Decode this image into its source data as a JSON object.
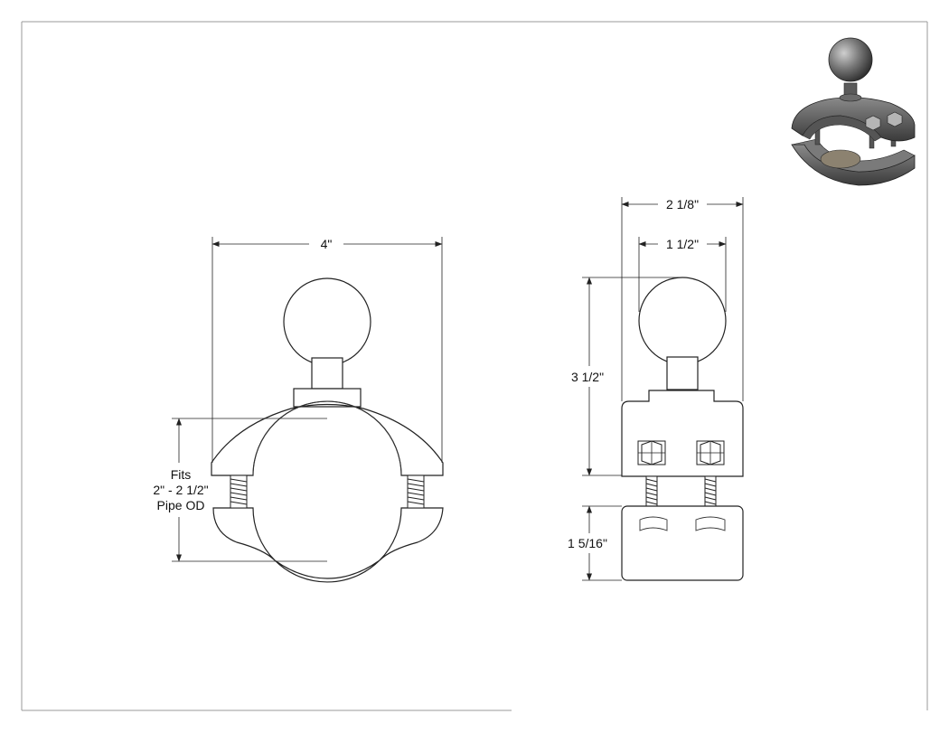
{
  "dimensions": {
    "front_width": "4\"",
    "fits_line1": "Fits",
    "fits_line2": "2\" - 2 1/2\"",
    "fits_line3": "Pipe OD",
    "side_width": "2 1/8\"",
    "ball_width": "1 1/2\"",
    "total_height": "3 1/2\"",
    "clamp_height": "1 5/16\""
  },
  "colors": {
    "line": "#222222",
    "render_dark": "#3c3c3c",
    "render_mid": "#6a6a6a",
    "render_light": "#9a9a9a"
  }
}
